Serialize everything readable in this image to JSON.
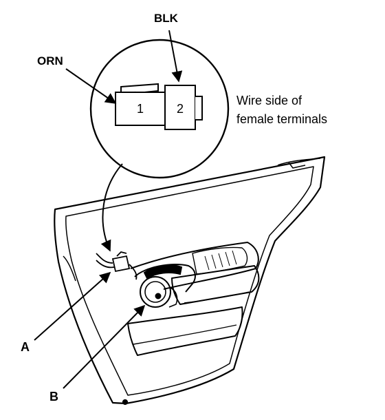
{
  "labels": {
    "blk": "BLK",
    "orn": "ORN",
    "terminal_1": "1",
    "terminal_2": "2",
    "note_line1": "Wire side of",
    "note_line2": "female terminals",
    "callout_a": "A",
    "callout_b": "B"
  }
}
